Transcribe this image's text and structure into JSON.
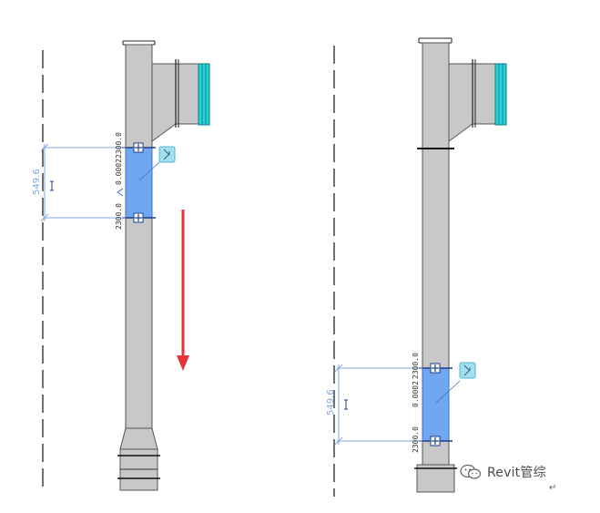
{
  "left_view": {
    "dimension_value": "549.6",
    "top_elevation": "2300.0",
    "middle_elevation": "0.0002",
    "bottom_elevation": "2300.0"
  },
  "right_view": {
    "dimension_value": "549.6",
    "top_elevation": "2300.0",
    "middle_elevation": "0.0002",
    "bottom_elevation": "2300.0"
  },
  "watermark": {
    "text": "Revit管综",
    "icon": "wechat-icon"
  },
  "colors": {
    "duct_fill": "#c8c8c8",
    "selection_fill": "#6fa8f0",
    "cyan_flange": "#29d1d6",
    "arrow_red": "#e4333a",
    "dimension_blue": "#7fa8dd"
  }
}
